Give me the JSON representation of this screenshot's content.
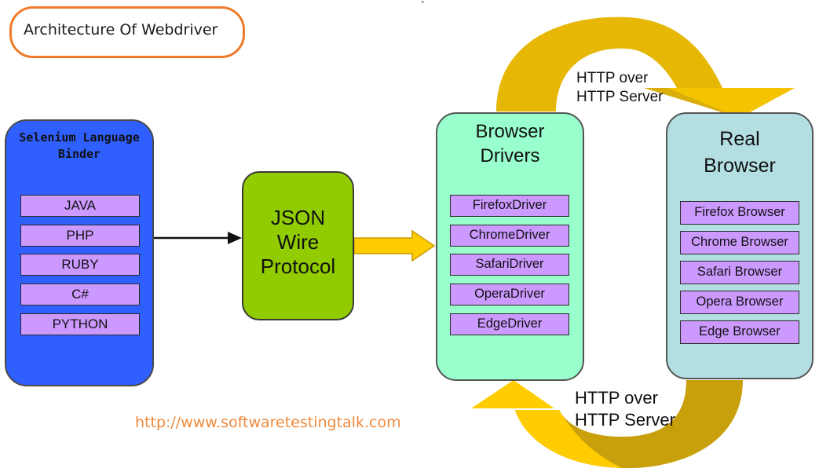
{
  "title": "Architecture Of Webdriver",
  "binder": {
    "title_line1": "Selenium Language",
    "title_line2": "Binder",
    "items": [
      "JAVA",
      "PHP",
      "RUBY",
      "C#",
      "PYTHON"
    ]
  },
  "json_protocol": {
    "line1": "JSON",
    "line2": "Wire",
    "line3": "Protocol"
  },
  "drivers": {
    "title_line1": "Browser",
    "title_line2": "Drivers",
    "items": [
      "FirefoxDriver",
      "ChromeDriver",
      "SafariDriver",
      "OperaDriver",
      "EdgeDriver"
    ]
  },
  "real_browser": {
    "title_line1": "Real",
    "title_line2": "Browser",
    "items": [
      "Firefox Browser",
      "Chrome Browser",
      "Safari Browser",
      "Opera Browser",
      "Edge Browser"
    ]
  },
  "http_top": {
    "line1": "HTTP over",
    "line2": "HTTP Server"
  },
  "http_bottom": {
    "line1": "HTTP over",
    "line2": "HTTP Server"
  },
  "url": "http://www.softwaretestingtalk.com",
  "colors": {
    "title_border": "#f07a2a",
    "binder_fill": "#2f5fff",
    "json_fill": "#90cc00",
    "drivers_fill": "#99ffcc",
    "browser_fill": "#b3dfe3",
    "item_fill": "#cc99ff",
    "arrow_gold": "#ffcc00",
    "arrow_shadow": "#b8900a",
    "url_color": "#f08a3c"
  }
}
